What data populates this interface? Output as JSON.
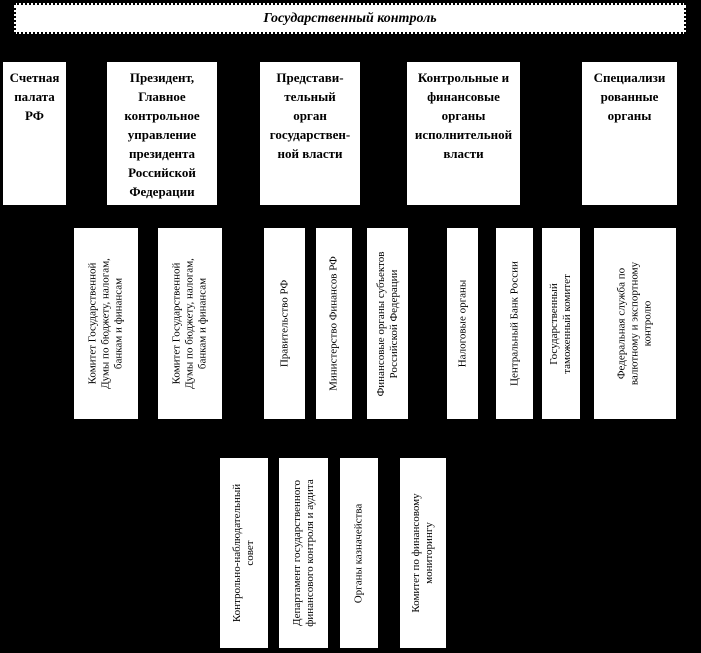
{
  "colors": {
    "background": "#000000",
    "box_fill": "#ffffff",
    "text": "#000000"
  },
  "title": {
    "label": "Государственный контроль"
  },
  "level2": [
    {
      "label": "Счетная\nпалата\nРФ"
    },
    {
      "label": "Президент,\nГлавное\nконтрольное\nуправление\nпрезидента\nРоссийской\nФедерации"
    },
    {
      "label": "Представи-\nтельный\nорган\nгосударствен-\nной власти"
    },
    {
      "label": "Контрольные и\nфинансовые\nорганы\nисполнительной\nвласти"
    },
    {
      "label": "Специализи\nрованные\nорганы"
    }
  ],
  "level3": [
    {
      "label": "Комитет Государственной\nДумы по бюджету, налогам,\nбанкам и финансам"
    },
    {
      "label": "Комитет Государственной\nДумы по бюджету, налогам,\nбанкам и финансам"
    },
    {
      "label": "Правительство РФ"
    },
    {
      "label": "Министерство Финансов РФ"
    },
    {
      "label": "Финансовые органы субъектов\nРоссийской Федерации"
    },
    {
      "label": "Налоговые органы"
    },
    {
      "label": "Центральный Банк России"
    },
    {
      "label": "Государственный\nтаможенный комитет"
    },
    {
      "label": "Федеральная служба по\nвалютному и экспортному\nконтролю"
    }
  ],
  "level4": [
    {
      "label": "Контрольно-наблюдательный\nсовет"
    },
    {
      "label": "Департамент государственного\nфинансового контроля и аудита"
    },
    {
      "label": "Органы казначейства"
    },
    {
      "label": "Комитет по финансовому\nмониторингу"
    }
  ]
}
